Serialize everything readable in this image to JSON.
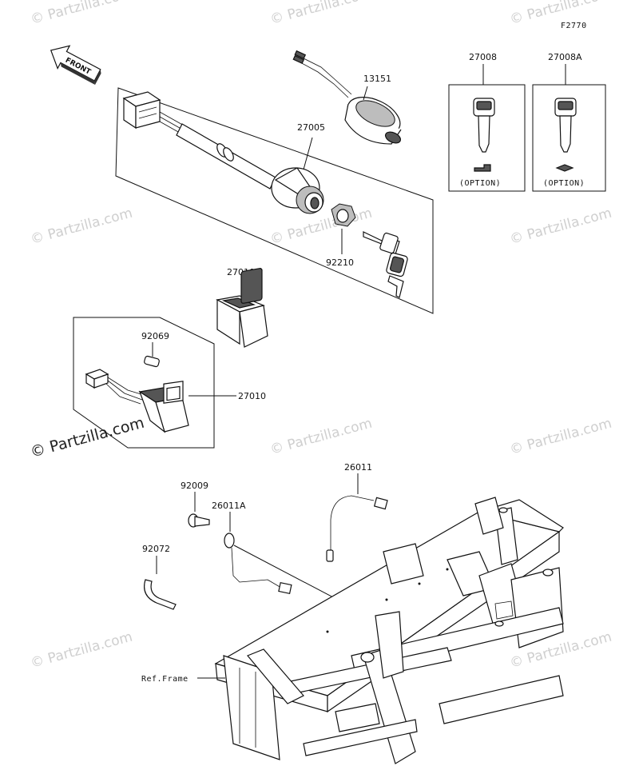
{
  "figure_id": "F2770",
  "front_label": "FRONT",
  "option_label": "(OPTION)",
  "ref_frame_label": "Ref.Frame",
  "watermarks": {
    "faint": "© Partzilla.com",
    "strong": "© Partzilla.com"
  },
  "callouts": {
    "p13151": "13151",
    "p27005": "27005",
    "p92210": "92210",
    "p27008": "27008",
    "p27008A": "27008A",
    "p27010A": "27010A",
    "p92069": "92069",
    "p27010": "27010",
    "p26011": "26011",
    "p92009": "92009",
    "p26011A": "26011A",
    "p92072": "92072"
  }
}
